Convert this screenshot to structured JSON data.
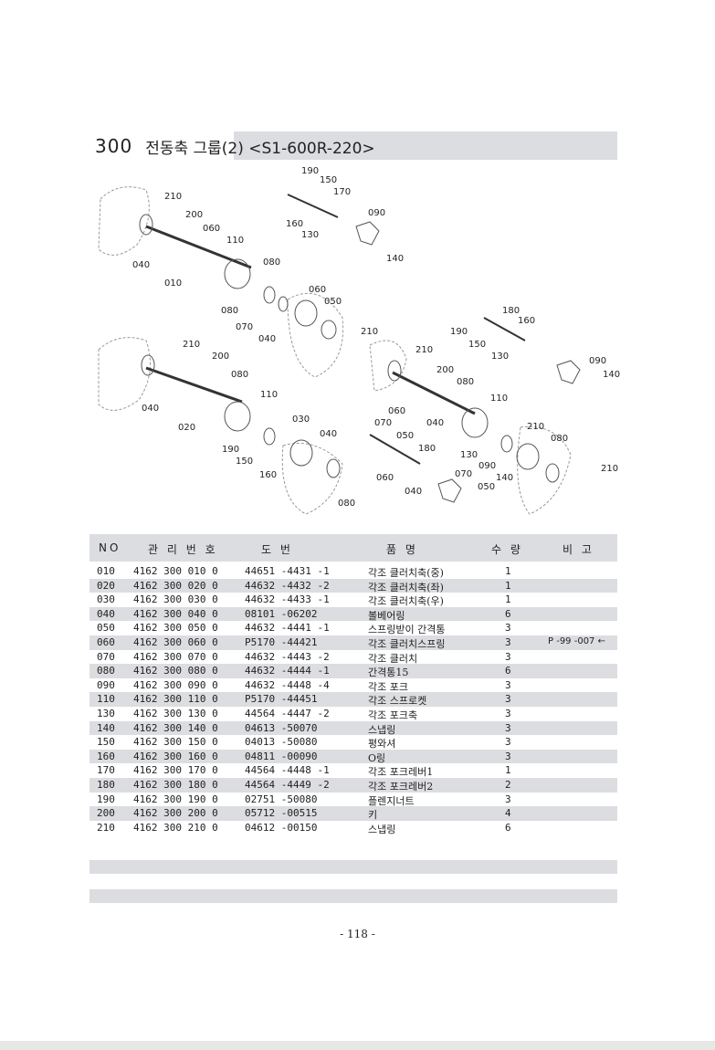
{
  "header": {
    "group_number": "300",
    "title": "전동축 그룹(2) <S1-600R-220>"
  },
  "diagram": {
    "labels": [
      "190",
      "150",
      "170",
      "160",
      "130",
      "090",
      "140",
      "210",
      "200",
      "040",
      "010",
      "060",
      "110",
      "080",
      "060",
      "050",
      "080",
      "070",
      "040",
      "210",
      "180",
      "160",
      "190",
      "150",
      "130",
      "090",
      "140",
      "210",
      "200",
      "080",
      "040",
      "110",
      "020",
      "210",
      "200",
      "080",
      "110",
      "060",
      "040",
      "030",
      "040",
      "190",
      "150",
      "160",
      "080",
      "070",
      "050",
      "180",
      "130",
      "090",
      "140",
      "060",
      "040",
      "070",
      "050",
      "210",
      "080",
      "210"
    ]
  },
  "table": {
    "headers": {
      "no": "NO",
      "mgmt_no": "관 리 번 호",
      "drawing_no": "도   번",
      "part_name": "품   명",
      "qty": "수 량",
      "remark": "비 고"
    },
    "rows": [
      {
        "no": "010",
        "mgmt": "4162  300  010  0",
        "drawing": "44651 -4431 -1",
        "name": "각조 클러치축(중)",
        "qty": "1",
        "remark": ""
      },
      {
        "no": "020",
        "mgmt": "4162  300  020  0",
        "drawing": "44632 -4432 -2",
        "name": "각조 클러치축(좌)",
        "qty": "1",
        "remark": ""
      },
      {
        "no": "030",
        "mgmt": "4162  300  030  0",
        "drawing": "44632 -4433 -1",
        "name": "각조 클러치축(우)",
        "qty": "1",
        "remark": ""
      },
      {
        "no": "040",
        "mgmt": "4162  300  040  0",
        "drawing": "08101 -06202",
        "name": "볼베어링",
        "qty": "6",
        "remark": ""
      },
      {
        "no": "050",
        "mgmt": "4162  300  050  0",
        "drawing": "44632 -4441 -1",
        "name": "스프링받이 간격통",
        "qty": "3",
        "remark": ""
      },
      {
        "no": "060",
        "mgmt": "4162  300  060  0",
        "drawing": "P5170 -44421",
        "name": "각조 클러치스프링",
        "qty": "3",
        "remark": "P -99 -007 ←"
      },
      {
        "no": "070",
        "mgmt": "4162  300  070  0",
        "drawing": "44632 -4443 -2",
        "name": "각조 클러치",
        "qty": "3",
        "remark": ""
      },
      {
        "no": "080",
        "mgmt": "4162  300  080  0",
        "drawing": "44632 -4444 -1",
        "name": "간격통15",
        "qty": "6",
        "remark": ""
      },
      {
        "no": "090",
        "mgmt": "4162  300  090  0",
        "drawing": "44632 -4448 -4",
        "name": "각조 포크",
        "qty": "3",
        "remark": ""
      },
      {
        "no": "110",
        "mgmt": "4162  300  110  0",
        "drawing": "P5170 -44451",
        "name": "각조 스프로켓",
        "qty": "3",
        "remark": ""
      },
      {
        "no": "130",
        "mgmt": "4162  300  130  0",
        "drawing": "44564 -4447 -2",
        "name": "각조 포크축",
        "qty": "3",
        "remark": ""
      },
      {
        "no": "140",
        "mgmt": "4162  300  140  0",
        "drawing": "04613 -50070",
        "name": "스냅링",
        "qty": "3",
        "remark": ""
      },
      {
        "no": "150",
        "mgmt": "4162  300  150  0",
        "drawing": "04013 -50080",
        "name": "평와셔",
        "qty": "3",
        "remark": ""
      },
      {
        "no": "160",
        "mgmt": "4162  300  160  0",
        "drawing": "04811 -00090",
        "name": "O링",
        "qty": "3",
        "remark": ""
      },
      {
        "no": "170",
        "mgmt": "4162  300  170  0",
        "drawing": "44564 -4448 -1",
        "name": "각조 포크레버1",
        "qty": "1",
        "remark": ""
      },
      {
        "no": "180",
        "mgmt": "4162  300  180  0",
        "drawing": "44564 -4449 -2",
        "name": "각조 포크레버2",
        "qty": "2",
        "remark": ""
      },
      {
        "no": "190",
        "mgmt": "4162  300  190  0",
        "drawing": "02751 -50080",
        "name": "플렌지너트",
        "qty": "3",
        "remark": ""
      },
      {
        "no": "200",
        "mgmt": "4162  300  200  0",
        "drawing": "05712 -00515",
        "name": "키",
        "qty": "4",
        "remark": ""
      },
      {
        "no": "210",
        "mgmt": "4162  300  210  0",
        "drawing": "04612 -00150",
        "name": "스냅링",
        "qty": "6",
        "remark": ""
      }
    ]
  },
  "footer": {
    "page_number": "- 118 -"
  }
}
